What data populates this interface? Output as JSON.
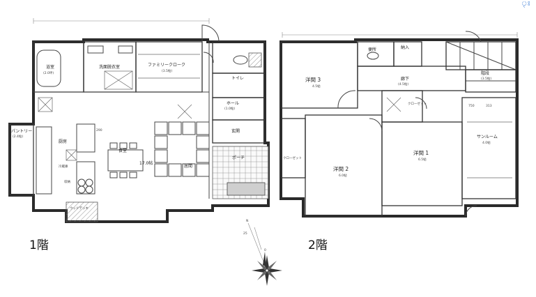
{
  "corner_mark": "ৃঃ",
  "floor1": {
    "label": "1階",
    "rooms": {
      "bath": "浴室",
      "bath_sub": "(2.0坪)",
      "wash": "洗面脱衣室",
      "family_closet": "ファミリークローク",
      "family_closet_sub": "(3.5帖)",
      "toilet": "トイレ",
      "hall": "ホール",
      "hall_sub": "(1.0帖)",
      "entrance": "玄関",
      "porch": "ポーチ",
      "pantry": "パントリー",
      "pantry_sub": "(2.4帖)",
      "kitchen": "厨房",
      "dining": "食堂",
      "ldk": "17.0帖",
      "living": "居間",
      "storage": "収納",
      "fridge": "冷蔵庫",
      "wood_deck": "ウッドデッキ",
      "dimension": "290"
    }
  },
  "floor2": {
    "label": "2階",
    "rooms": {
      "western3": "洋間 3",
      "western3_size": "4.5帖",
      "western2": "洋間 2",
      "western2_size": "6.0帖",
      "western1": "洋間 1",
      "western1_size": "6.5帖",
      "corridor": "廊下",
      "corridor_sub": "(4.5帖)",
      "closet": "クローゼット",
      "storage": "納入",
      "toilet": "便所",
      "sunroom": "サンルーム",
      "sunroom_size": "4.0帖",
      "stairs": "階段",
      "stairs_sub": "(3.5帖)",
      "dim_a": "750",
      "dim_b": "313"
    }
  },
  "compass": {
    "north": "N",
    "angle_a": "25",
    "angle_b": "0"
  }
}
